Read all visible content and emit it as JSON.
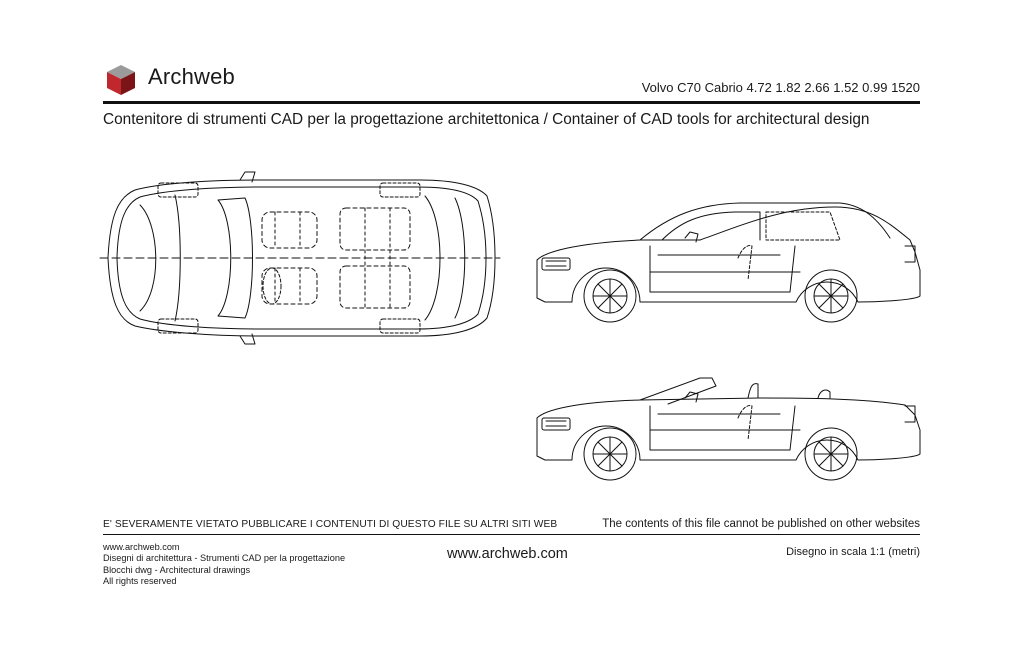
{
  "header": {
    "brand": "Archweb",
    "model_info": "Volvo C70 Cabrio 4.72 1.82 2.66 1.52 0.99 1520",
    "subtitle": "Contenitore di strumenti CAD per la progettazione architettonica  /  Container of CAD tools for architectural design",
    "logo_icon": "red-cube-icon",
    "logo_colors": {
      "top": "#9b9b9b",
      "left": "#c0282d",
      "right": "#7a1417"
    }
  },
  "drawing": {
    "views": [
      "car-top-view",
      "car-side-view-hardtop",
      "car-side-view-convertible"
    ],
    "line_color": "#111111"
  },
  "notice": {
    "italian": "E' SEVERAMENTE VIETATO PUBBLICARE I CONTENUTI DI QUESTO FILE SU ALTRI SITI WEB",
    "english": "The contents of this file cannot be published on other websites"
  },
  "footer": {
    "lines": [
      "www.archweb.com",
      "Disegni di architettura - Strumenti CAD  per la progettazione",
      "Blocchi dwg - Architectural drawings",
      "All rights reserved"
    ],
    "url": "www.archweb.com",
    "scale": "Disegno in scala 1:1 (metri)"
  }
}
